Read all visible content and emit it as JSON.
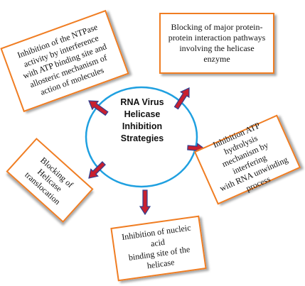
{
  "center": {
    "lines": [
      "RNA Virus",
      "Helicase",
      "Inhibition",
      "Strategies"
    ]
  },
  "strategies": [
    {
      "lines": [
        "Inhibition of the NTPase",
        "activity by interference",
        "with ATP binding site and",
        "allosteric mechanism of",
        "action of molecules"
      ]
    },
    {
      "lines": [
        "Blocking of major protein-",
        "protein interaction pathways",
        "involving the helicase",
        "enzyme"
      ]
    },
    {
      "lines": [
        "Inhibition ATP hydrolysis",
        "mechanism by interfering",
        "with RNA unwinding",
        "process"
      ]
    },
    {
      "lines": [
        "Blocking of Helicase",
        "translocation"
      ]
    },
    {
      "lines": [
        "Inhibition of nucleic acid",
        "binding site of the",
        "helicase"
      ]
    }
  ],
  "colors": {
    "box_border": "#f07d22",
    "ellipse_stroke": "#1fa0e0",
    "arrow_fill": "#c8202f",
    "arrow_stroke": "#2f3f8f"
  }
}
